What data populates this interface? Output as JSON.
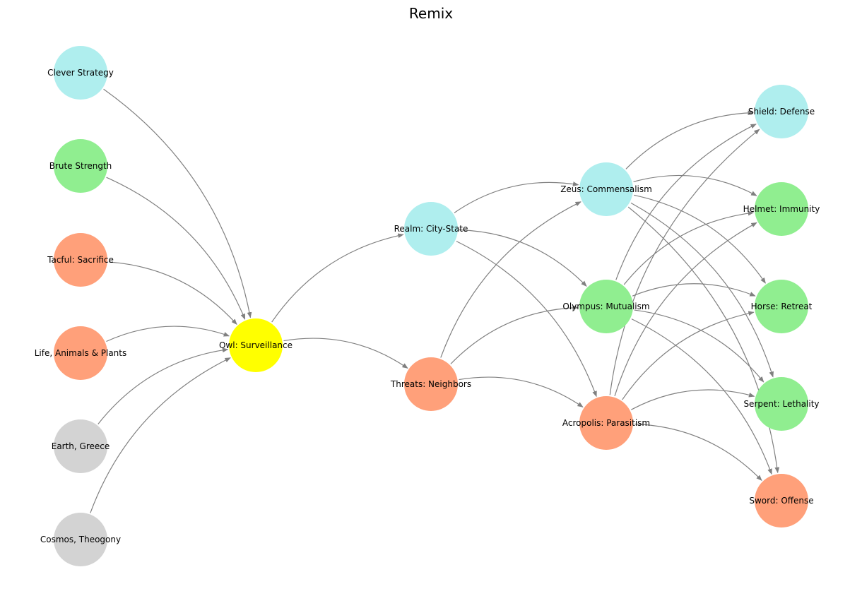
{
  "title": "Remix",
  "colors": {
    "gray": "#d3d3d3",
    "green": "#90ee90",
    "salmon": "#ffa07a",
    "cyan": "#afeeee",
    "yellow": "#ffff00",
    "edge": "#808080"
  },
  "nodes": [
    {
      "id": "clever",
      "label": "Clever Strategy",
      "color": "cyan"
    },
    {
      "id": "brute",
      "label": "Brute Strength",
      "color": "green"
    },
    {
      "id": "tacful",
      "label": "Tacful: Sacrifice",
      "color": "salmon"
    },
    {
      "id": "life",
      "label": "Life, Animals & Plants",
      "color": "salmon"
    },
    {
      "id": "earth",
      "label": "Earth, Greece",
      "color": "gray"
    },
    {
      "id": "cosmos",
      "label": "Cosmos, Theogony",
      "color": "gray"
    },
    {
      "id": "owl",
      "label": "Owl: Surveillance",
      "color": "yellow"
    },
    {
      "id": "realm",
      "label": "Realm: City-State",
      "color": "cyan"
    },
    {
      "id": "threats",
      "label": "Threats: Neighbors",
      "color": "salmon"
    },
    {
      "id": "zeus",
      "label": "Zeus: Commensalism",
      "color": "cyan"
    },
    {
      "id": "olympus",
      "label": "Olympus: Mutualism",
      "color": "green"
    },
    {
      "id": "acropolis",
      "label": "Acropolis: Parasitism",
      "color": "salmon"
    },
    {
      "id": "shield",
      "label": "Shield: Defense",
      "color": "cyan"
    },
    {
      "id": "helmet",
      "label": "Helmet: Immunity",
      "color": "green"
    },
    {
      "id": "horse",
      "label": "Horse: Retreat",
      "color": "green"
    },
    {
      "id": "serpent",
      "label": "Serpent: Lethality",
      "color": "green"
    },
    {
      "id": "sword",
      "label": "Sword: Offense",
      "color": "salmon"
    }
  ],
  "edges": [
    [
      "clever",
      "owl"
    ],
    [
      "brute",
      "owl"
    ],
    [
      "tacful",
      "owl"
    ],
    [
      "life",
      "owl"
    ],
    [
      "earth",
      "owl"
    ],
    [
      "cosmos",
      "owl"
    ],
    [
      "owl",
      "realm"
    ],
    [
      "owl",
      "threats"
    ],
    [
      "realm",
      "zeus"
    ],
    [
      "realm",
      "olympus"
    ],
    [
      "realm",
      "acropolis"
    ],
    [
      "threats",
      "zeus"
    ],
    [
      "threats",
      "olympus"
    ],
    [
      "threats",
      "acropolis"
    ],
    [
      "zeus",
      "shield"
    ],
    [
      "zeus",
      "helmet"
    ],
    [
      "zeus",
      "horse"
    ],
    [
      "zeus",
      "serpent"
    ],
    [
      "zeus",
      "sword"
    ],
    [
      "olympus",
      "shield"
    ],
    [
      "olympus",
      "helmet"
    ],
    [
      "olympus",
      "horse"
    ],
    [
      "olympus",
      "serpent"
    ],
    [
      "olympus",
      "sword"
    ],
    [
      "acropolis",
      "shield"
    ],
    [
      "acropolis",
      "helmet"
    ],
    [
      "acropolis",
      "horse"
    ],
    [
      "acropolis",
      "serpent"
    ],
    [
      "acropolis",
      "sword"
    ]
  ]
}
